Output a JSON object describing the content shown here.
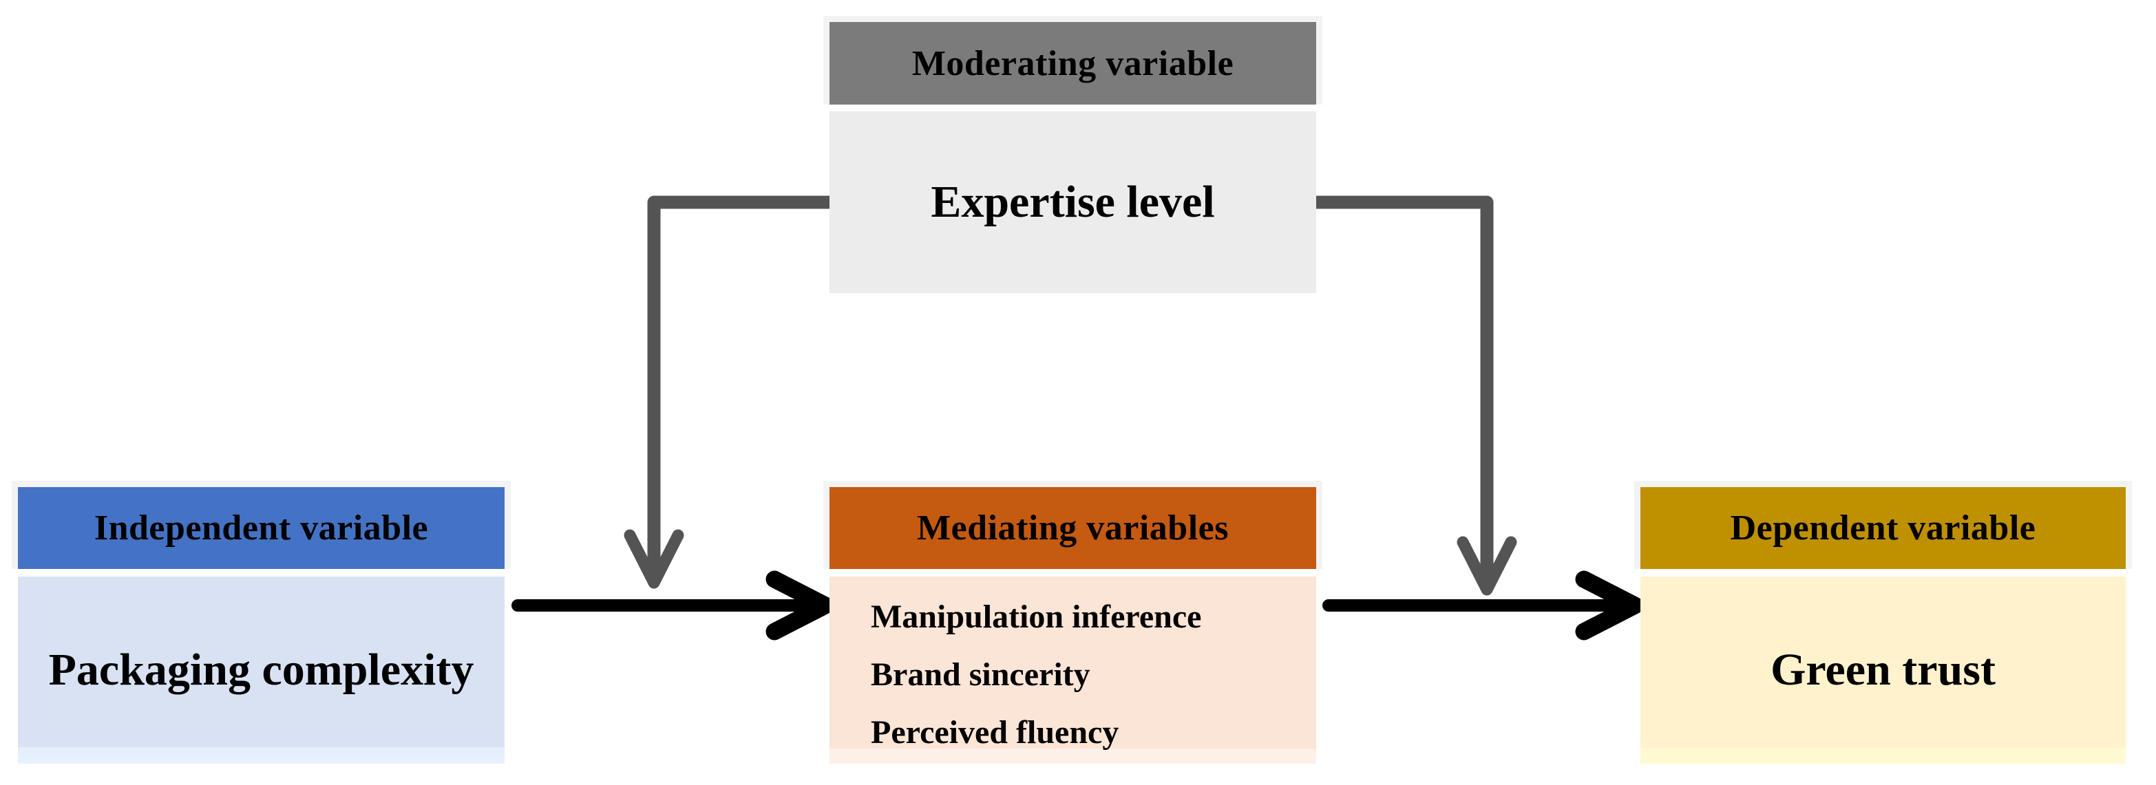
{
  "moderating": {
    "header": "Moderating variable",
    "value": "Expertise level"
  },
  "independent": {
    "header": "Independent variable",
    "value": "Packaging complexity"
  },
  "mediating": {
    "header": "Mediating variables",
    "items": [
      "Manipulation inference",
      "Brand sincerity",
      "Perceived fluency"
    ]
  },
  "dependent": {
    "header": "Dependent variable",
    "value": "Green trust"
  },
  "colors": {
    "moderating_header_bg": "#7B7B7B",
    "moderating_body_bg": "#ECECEC",
    "independent_header_bg": "#4472C4",
    "independent_body_bg": "#D9E2F3",
    "mediating_header_bg": "#C55A11",
    "mediating_body_bg": "#FBE5D6",
    "dependent_header_bg": "#BF9000",
    "dependent_body_bg": "#FFF2CC",
    "header_frame": "#F3F3F3",
    "direct_arrow": "#000000",
    "moderation_arrow": "#545454",
    "text": "#000000"
  }
}
